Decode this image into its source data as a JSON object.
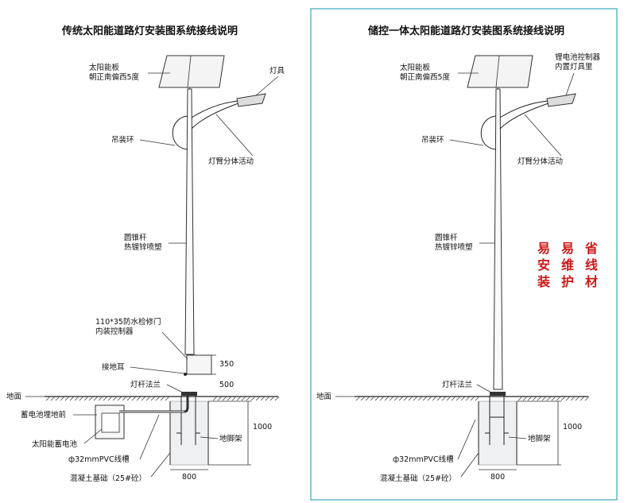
{
  "left": {
    "title": "传统太阳能道路灯安装图系统接线说明",
    "labels": {
      "panel_1": "太阳能板",
      "panel_2": "朝正南偏西5度",
      "lamp": "灯具",
      "hoop": "吊装环",
      "arm": "灯臂分体活动",
      "pole_1": "圆锥杆",
      "pole_2": "热镀锌喷塑",
      "door_1": "110*35防水检修门",
      "door_2": "内装控制器",
      "earth": "接地耳",
      "flange": "灯杆法兰",
      "ground": "地面",
      "battery_pit": "蓄电池埋地前",
      "battery": "太阳能蓄电池",
      "anchor": "地脚架",
      "pvc": "ф32mmPVC线槽",
      "concrete": "混凝土基础（25#砼）"
    },
    "dims": {
      "d350": "350",
      "d500": "500",
      "d1000": "1000",
      "d800": "800"
    }
  },
  "right": {
    "title": "储控一体太阳能道路灯安装图系统接线说明",
    "labels": {
      "panel_1": "太阳能板",
      "panel_2": "朝正南偏西5度",
      "lamp_1": "锂电池控制器",
      "lamp_2": "内置灯具里",
      "hoop": "吊装环",
      "arm": "灯臂分体活动",
      "pole_1": "圆锥杆",
      "pole_2": "热镀锌喷塑",
      "flange": "灯杆法兰",
      "ground": "地面",
      "anchor": "地脚架",
      "pvc": "ф32mmPVC线槽",
      "concrete": "混凝土基础（25#砼）"
    },
    "dims": {
      "d1000": "1000",
      "d800": "800"
    },
    "slogan": {
      "col1": [
        "易",
        "安",
        "装"
      ],
      "col2": [
        "易",
        "维",
        "护"
      ],
      "col3": [
        "省",
        "线",
        "材"
      ]
    }
  },
  "colors": {
    "slogan": "#d01818",
    "frame": "#3aa6b9"
  }
}
